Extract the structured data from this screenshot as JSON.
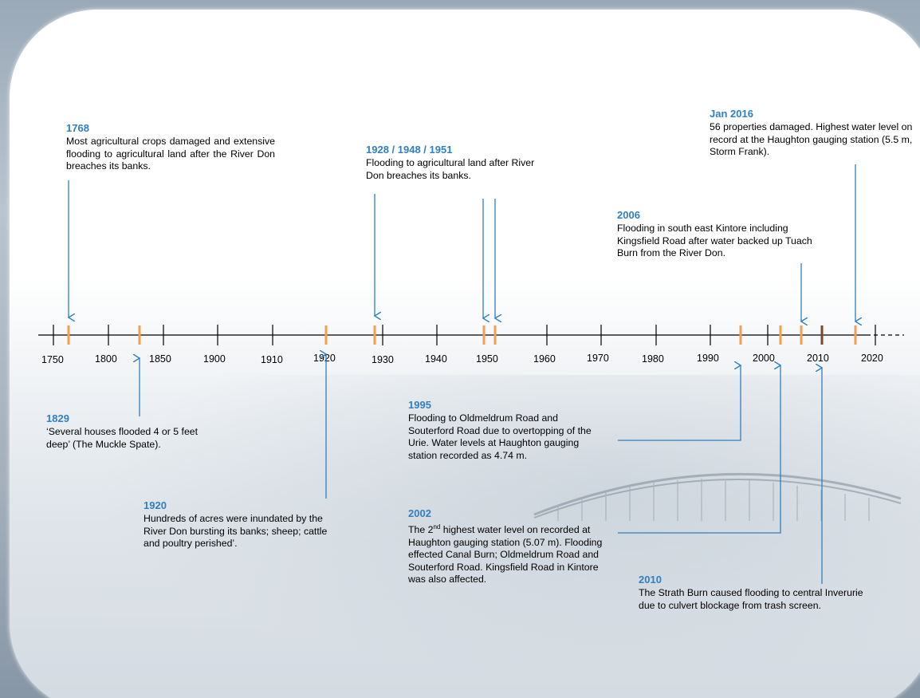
{
  "axis": {
    "labels": [
      "1750",
      "1800",
      "1850",
      "1900",
      "1910",
      "1920",
      "1930",
      "1940",
      "1950",
      "1960",
      "1970",
      "1980",
      "1990",
      "2000",
      "2010",
      "2020"
    ]
  },
  "events": [
    {
      "year": "1768",
      "text": "Most agricultural crops damaged and extensive flooding to agricultural land after the River Don breaches its banks."
    },
    {
      "year": "1829",
      "text": "‘Several houses flooded 4 or 5 feet deep’ (The Muckle Spate)."
    },
    {
      "year": "1920",
      "text": "Hundreds of acres were inundated by the River Don bursting its banks; sheep; cattle and poultry perished’."
    },
    {
      "year": "1928 / 1948 / 1951",
      "text": "Flooding to agricultural land after River Don breaches its banks."
    },
    {
      "year": "1995",
      "text": "Flooding to Oldmeldrum Road and Souterford Road due to overtopping of the Urie. Water levels at Haughton gauging station recorded as 4.74 m."
    },
    {
      "year": "2002",
      "text_before_sup": "The 2",
      "sup": "nd",
      "text_after_sup": " highest water level on recorded at Haughton gauging station (5.07 m). Flooding effected Canal Burn; Oldmeldrum Road and Souterford Road. Kingsfield Road in Kintore was also affected."
    },
    {
      "year": "2006",
      "text": "Flooding in south east Kintore including Kingsfield Road after water backed up Tuach Burn from the River Don."
    },
    {
      "year": "2010",
      "text": "The Strath Burn caused flooding to central Inverurie due to culvert blockage from trash screen."
    },
    {
      "year": "Jan 2016",
      "text": "56 properties damaged. Highest water level on record at the Haughton gauging station (5.5 m, Storm Frank)."
    }
  ],
  "colors": {
    "year": "#2f7fc1",
    "arrow": "#2f7fc1",
    "marker": "#f0a050",
    "marker_dark": "#7a4a2a",
    "axis": "#000000"
  }
}
